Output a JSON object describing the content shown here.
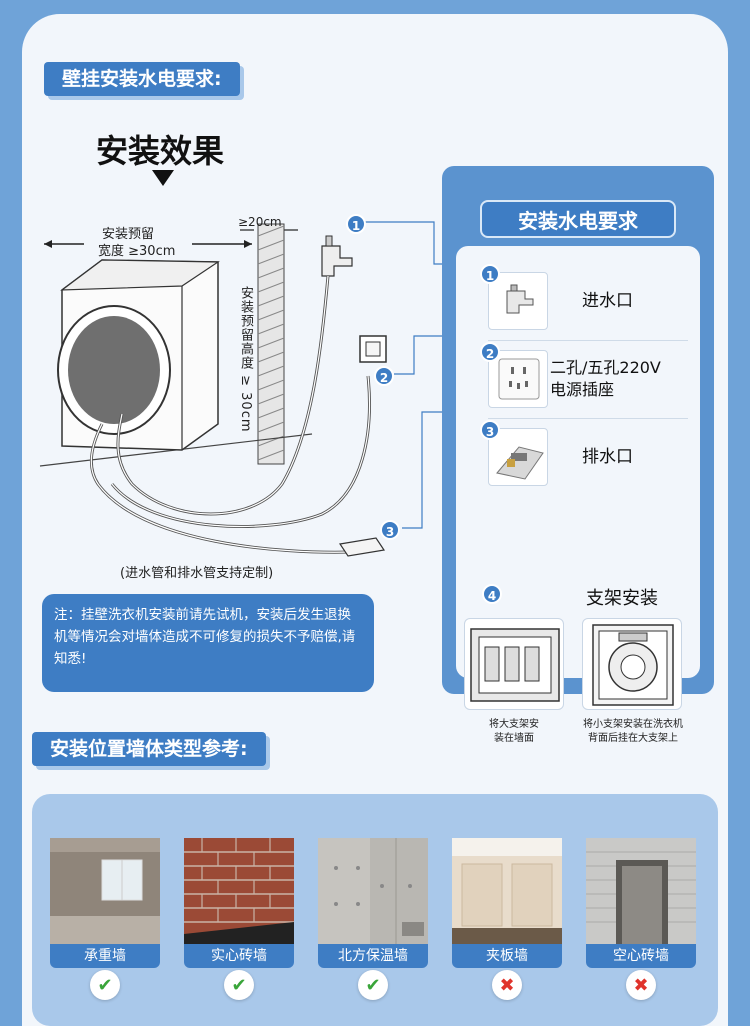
{
  "section1": {
    "title": "壁挂安装水电要求:"
  },
  "diagram": {
    "effect_title": "安装效果",
    "width_label_1": "安装预留",
    "width_label_2": "宽度 ≥30cm",
    "gap_label": "≥20cm",
    "height_label": "安装预留高度 ≥ 30cm",
    "callouts": [
      "1",
      "2",
      "3"
    ],
    "custom_note": "(进水管和排水管支持定制)"
  },
  "note": {
    "text": "注：挂壁洗衣机安装前请先试机，安装后发生退换机等情况会对墙体造成不可修复的损失不予赔偿,请知悉!"
  },
  "requirements": {
    "title": "安装水电要求",
    "items": [
      {
        "num": "1",
        "label": "进水口"
      },
      {
        "num": "2",
        "label_1": "二孔/五孔220V",
        "label_2": "电源插座"
      },
      {
        "num": "3",
        "label": "排水口"
      }
    ],
    "bracket": {
      "num": "4",
      "title": "支架安装",
      "captions": [
        {
          "line1": "将大支架安",
          "line2": "装在墙面"
        },
        {
          "line1": "将小支架安装在洗衣机",
          "line2": "背面后挂在大支架上"
        }
      ]
    }
  },
  "section3": {
    "title": "安装位置墙体类型参考:"
  },
  "walls": [
    {
      "label": "承重墙",
      "ok": true,
      "mark": "✔"
    },
    {
      "label": "实心砖墙",
      "ok": true,
      "mark": "✔"
    },
    {
      "label": "北方保温墙",
      "ok": true,
      "mark": "✔"
    },
    {
      "label": "夹板墙",
      "ok": false,
      "mark": "✖"
    },
    {
      "label": "空心砖墙",
      "ok": false,
      "mark": "✖"
    }
  ],
  "colors": {
    "accent": "#3e7dc4",
    "ok": "#3aa53a",
    "bad": "#e0332b"
  }
}
